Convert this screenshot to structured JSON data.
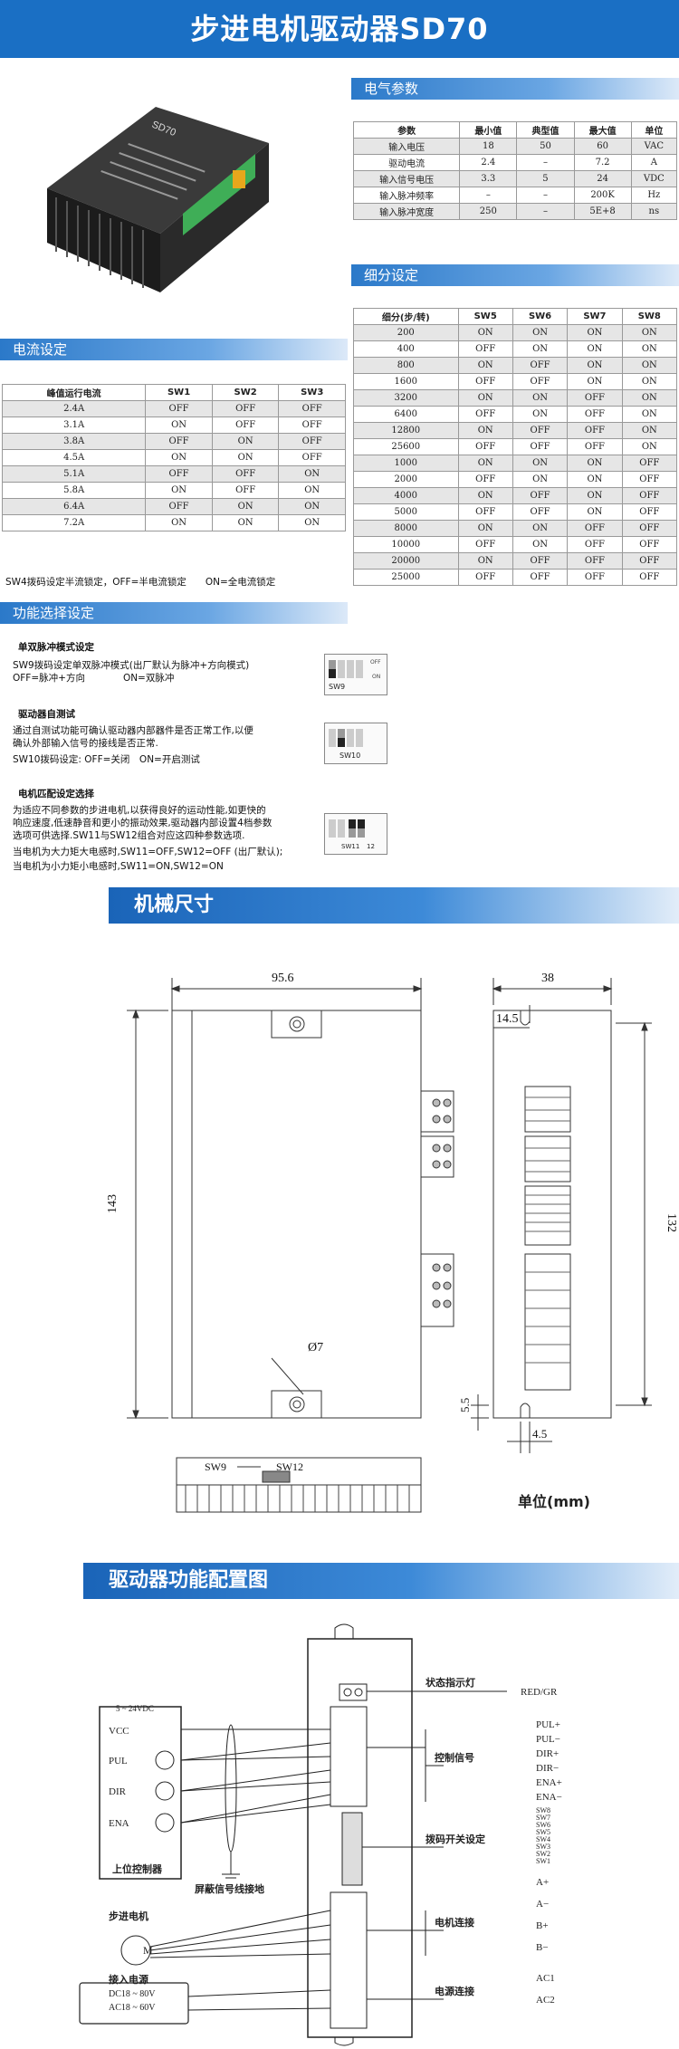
{
  "title": "步进电机驱动器SD70",
  "product_label": "SD70",
  "sections": {
    "electrical": "电气参数",
    "microstep": "细分设定",
    "current": "电流设定",
    "function": "功能选择设定",
    "mechanical": "机械尺寸",
    "wiring": "驱动器功能配置图"
  },
  "electrical": {
    "headers": [
      "参数",
      "最小值",
      "典型值",
      "最大值",
      "单位"
    ],
    "rows": [
      [
        "输入电压",
        "18",
        "50",
        "60",
        "VAC"
      ],
      [
        "驱动电流",
        "2.4",
        "–",
        "7.2",
        "A"
      ],
      [
        "输入信号电压",
        "3.3",
        "5",
        "24",
        "VDC"
      ],
      [
        "输入脉冲频率",
        "–",
        "–",
        "200K",
        "Hz"
      ],
      [
        "输入脉冲宽度",
        "250",
        "–",
        "5E+8",
        "ns"
      ]
    ]
  },
  "microstep": {
    "headers": [
      "细分(步/转)",
      "SW5",
      "SW6",
      "SW7",
      "SW8"
    ],
    "rows": [
      [
        "200",
        "ON",
        "ON",
        "ON",
        "ON"
      ],
      [
        "400",
        "OFF",
        "ON",
        "ON",
        "ON"
      ],
      [
        "800",
        "ON",
        "OFF",
        "ON",
        "ON"
      ],
      [
        "1600",
        "OFF",
        "OFF",
        "ON",
        "ON"
      ],
      [
        "3200",
        "ON",
        "ON",
        "OFF",
        "ON"
      ],
      [
        "6400",
        "OFF",
        "ON",
        "OFF",
        "ON"
      ],
      [
        "12800",
        "ON",
        "OFF",
        "OFF",
        "ON"
      ],
      [
        "25600",
        "OFF",
        "OFF",
        "OFF",
        "ON"
      ],
      [
        "1000",
        "ON",
        "ON",
        "ON",
        "OFF"
      ],
      [
        "2000",
        "OFF",
        "ON",
        "ON",
        "OFF"
      ],
      [
        "4000",
        "ON",
        "OFF",
        "ON",
        "OFF"
      ],
      [
        "5000",
        "OFF",
        "OFF",
        "ON",
        "OFF"
      ],
      [
        "8000",
        "ON",
        "ON",
        "OFF",
        "OFF"
      ],
      [
        "10000",
        "OFF",
        "ON",
        "OFF",
        "OFF"
      ],
      [
        "20000",
        "ON",
        "OFF",
        "OFF",
        "OFF"
      ],
      [
        "25000",
        "OFF",
        "OFF",
        "OFF",
        "OFF"
      ]
    ]
  },
  "current": {
    "headers": [
      "峰值运行电流",
      "SW1",
      "SW2",
      "SW3"
    ],
    "rows": [
      [
        "2.4A",
        "OFF",
        "OFF",
        "OFF"
      ],
      [
        "3.1A",
        "ON",
        "OFF",
        "OFF"
      ],
      [
        "3.8A",
        "OFF",
        "ON",
        "OFF"
      ],
      [
        "4.5A",
        "ON",
        "ON",
        "OFF"
      ],
      [
        "5.1A",
        "OFF",
        "OFF",
        "ON"
      ],
      [
        "5.8A",
        "ON",
        "OFF",
        "ON"
      ],
      [
        "6.4A",
        "OFF",
        "ON",
        "ON"
      ],
      [
        "7.2A",
        "ON",
        "ON",
        "ON"
      ]
    ],
    "note": "SW4拨码设定半流锁定，OFF=半电流锁定　　ON=全电流锁定"
  },
  "function": {
    "pulse_title": "单双脉冲模式设定",
    "pulse_line1": "SW9拨码设定单双脉冲模式(出厂默认为脉冲+方向模式)",
    "pulse_line2": "OFF=脉冲+方向　　　　ON=双脉冲",
    "selftest_title": "驱动器自测试",
    "selftest_line1": "通过自测试功能可确认驱动器内部器件是否正常工作,以便",
    "selftest_line2": "确认外部输入信号的接线是否正常.",
    "selftest_line3": "SW10拨码设定: OFF=关闭　ON=开启测试",
    "motor_title": "电机匹配设定选择",
    "motor_line1": "为适应不同参数的步进电机,以获得良好的运动性能,如更快的",
    "motor_line2": "响应速度,低速静音和更小的振动效果,驱动器内部设置4档参数",
    "motor_line3": "选项可供选择.SW11与SW12组合对应这四种参数选项.",
    "motor_line4": "当电机为大力矩大电感时,SW11=OFF,SW12=OFF (出厂默认);",
    "motor_line5": "当电机为小力矩小电感时,SW11=ON,SW12=ON",
    "dip_sw9": "SW9",
    "dip_sw10": "SW10",
    "dip_sw11": "SW11",
    "dip_sw12": "12",
    "dip_on": "ON",
    "dip_off": "OFF"
  },
  "mechanical": {
    "width": "95.6",
    "height": "143",
    "depth": "38",
    "flange": "14.5",
    "hole_pitch": "132",
    "hole_dia": "Ø7",
    "slot_h": "5.5",
    "slot_w": "4.5",
    "sw_range_a": "SW9",
    "sw_range_b": "SW12",
    "unit": "单位(mm)"
  },
  "wiring": {
    "supply": "5 ~ 24VDC",
    "vcc": "VCC",
    "pul": "PUL",
    "dir": "DIR",
    "ena": "ENA",
    "controller": "上位控制器",
    "shield": "屏蔽信号线接地",
    "motor": "步进电机",
    "motor_symbol": "M",
    "power_title": "接入电源",
    "power_dc": "DC18 ~ 80V",
    "power_ac": "AC18 ~ 60V",
    "led_label": "状态指示灯",
    "led_value": "RED/GR",
    "ctrl_label": "控制信号",
    "ctrl_pins": [
      "PUL+",
      "PUL−",
      "DIR+",
      "DIR−",
      "ENA+",
      "ENA−"
    ],
    "dip_label": "拨码开关设定",
    "dip_pins": [
      "SW8",
      "SW7",
      "SW6",
      "SW5",
      "SW4",
      "SW3",
      "SW2",
      "SW1"
    ],
    "motor_label": "电机连接",
    "motor_pins": [
      "A+",
      "A−",
      "B+",
      "B−"
    ],
    "power_label": "电源连接",
    "power_pins": [
      "AC1",
      "AC2"
    ]
  }
}
